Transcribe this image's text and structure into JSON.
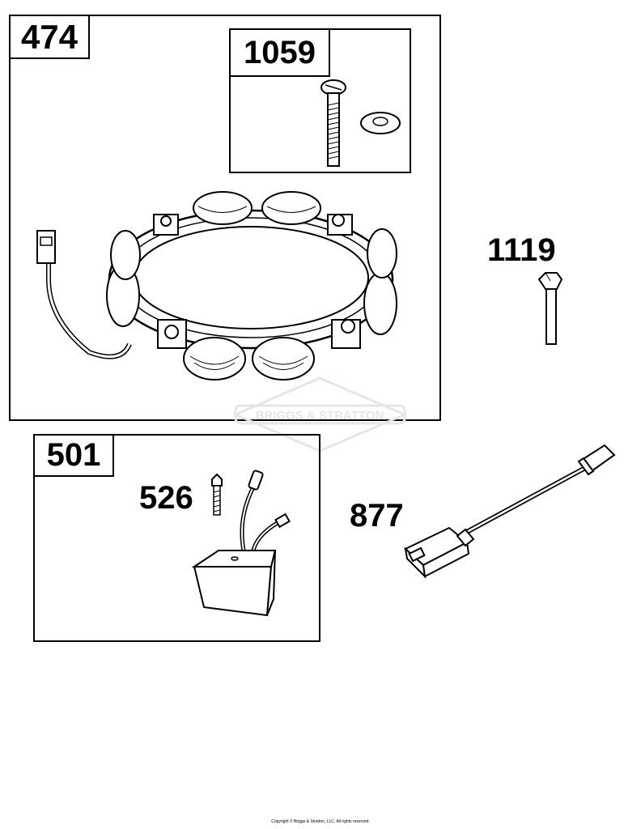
{
  "parts": {
    "p474": "474",
    "p1059": "1059",
    "p1119": "1119",
    "p501": "501",
    "p526": "526",
    "p877": "877"
  },
  "watermark": {
    "text": "BRIGGS & STRATTON"
  },
  "footer": {
    "copyright": "Copyright © Briggs & Stratton, LLC. All rights reserved."
  }
}
